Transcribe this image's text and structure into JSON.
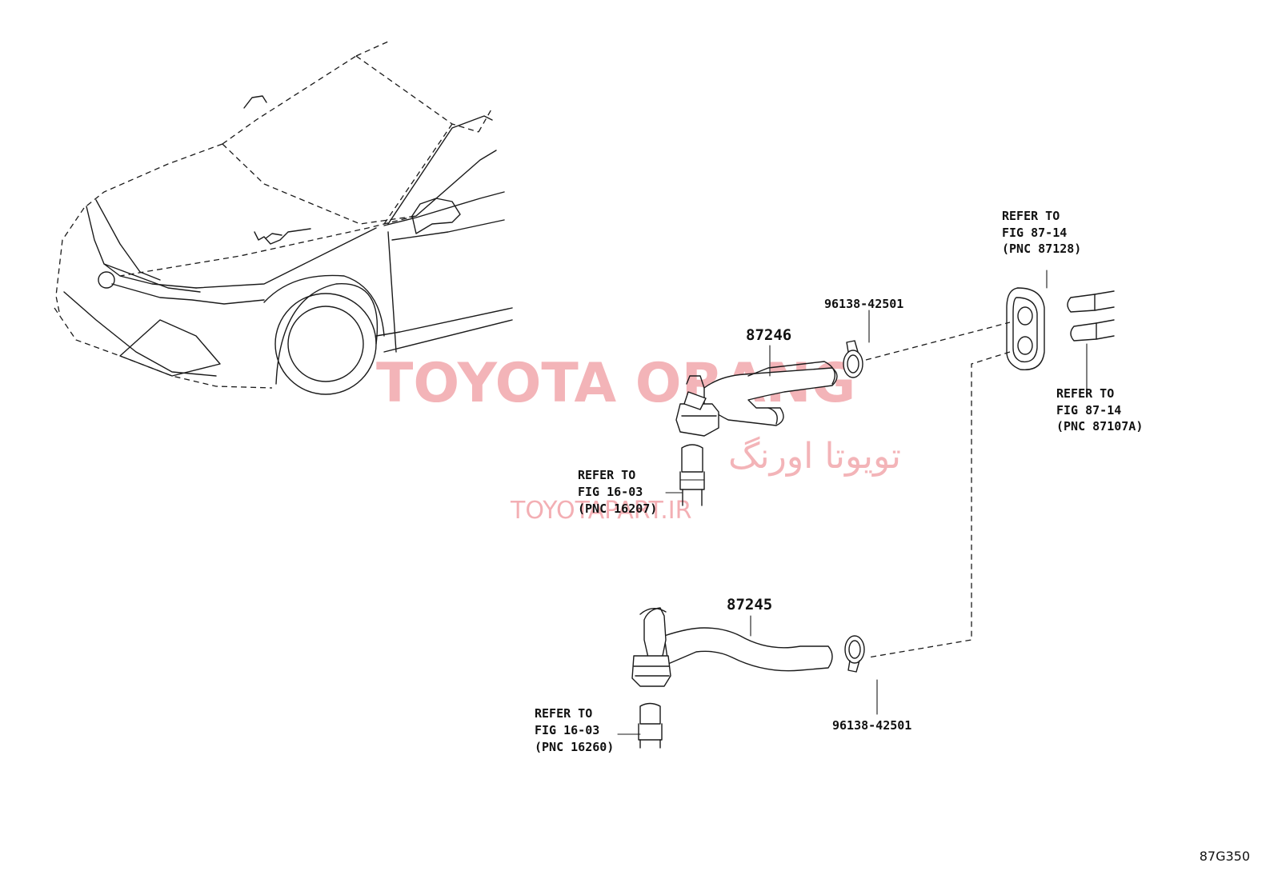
{
  "parts": {
    "upper_hose": "87246",
    "lower_hose": "87245",
    "clip_upper": "96138-42501",
    "clip_lower": "96138-42501"
  },
  "references": {
    "top_right": {
      "line1": "REFER TO",
      "line2": "FIG 87-14",
      "line3": "(PNC 87128)"
    },
    "mid_right": {
      "line1": "REFER TO",
      "line2": "FIG 87-14",
      "line3": "(PNC 87107A)"
    },
    "upper_left": {
      "line1": "REFER TO",
      "line2": "FIG 16-03",
      "line3": "(PNC 16207)"
    },
    "lower_left": {
      "line1": "REFER TO",
      "line2": "FIG 16-03",
      "line3": "(PNC 16260)"
    }
  },
  "watermark": {
    "main": "TOYOTA ORANG",
    "persian": "تویوتا اورنگ",
    "url": "TOYOTAPART.IR"
  },
  "figure_code": "87G350"
}
